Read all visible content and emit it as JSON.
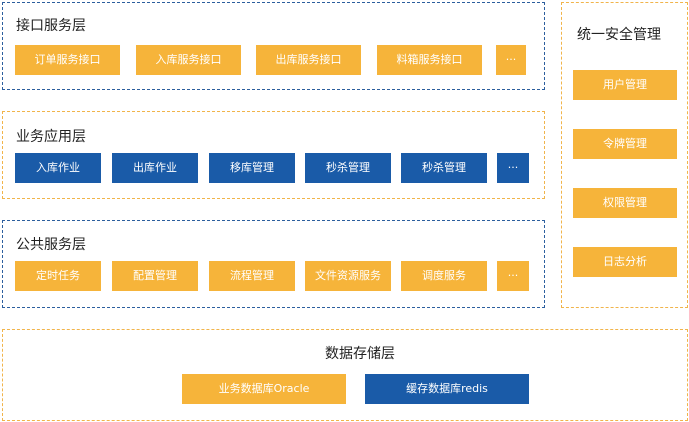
{
  "colors": {
    "orange": "#f6b43a",
    "blue": "#1a5ba8",
    "blue_border": "#2c5e9e",
    "orange_border": "#f1b44a"
  },
  "interface_layer": {
    "title": "接口服务层",
    "items": [
      "订单服务接口",
      "入库服务接口",
      "出库服务接口",
      "料箱服务接口",
      "···"
    ]
  },
  "app_layer": {
    "title": "业务应用层",
    "items": [
      "入库作业",
      "出库作业",
      "移库管理",
      "秒杀管理",
      "秒杀管理",
      "···"
    ]
  },
  "common_layer": {
    "title": "公共服务层",
    "items": [
      "定时任务",
      "配置管理",
      "流程管理",
      "文件资源服务",
      "调度服务",
      "···"
    ]
  },
  "security": {
    "title": "统一安全管理",
    "items": [
      "用户管理",
      "令牌管理",
      "权限管理",
      "日志分析"
    ]
  },
  "storage_layer": {
    "title": "数据存储层",
    "items": [
      "业务数据库Oracle",
      "缓存数据库redis"
    ]
  }
}
